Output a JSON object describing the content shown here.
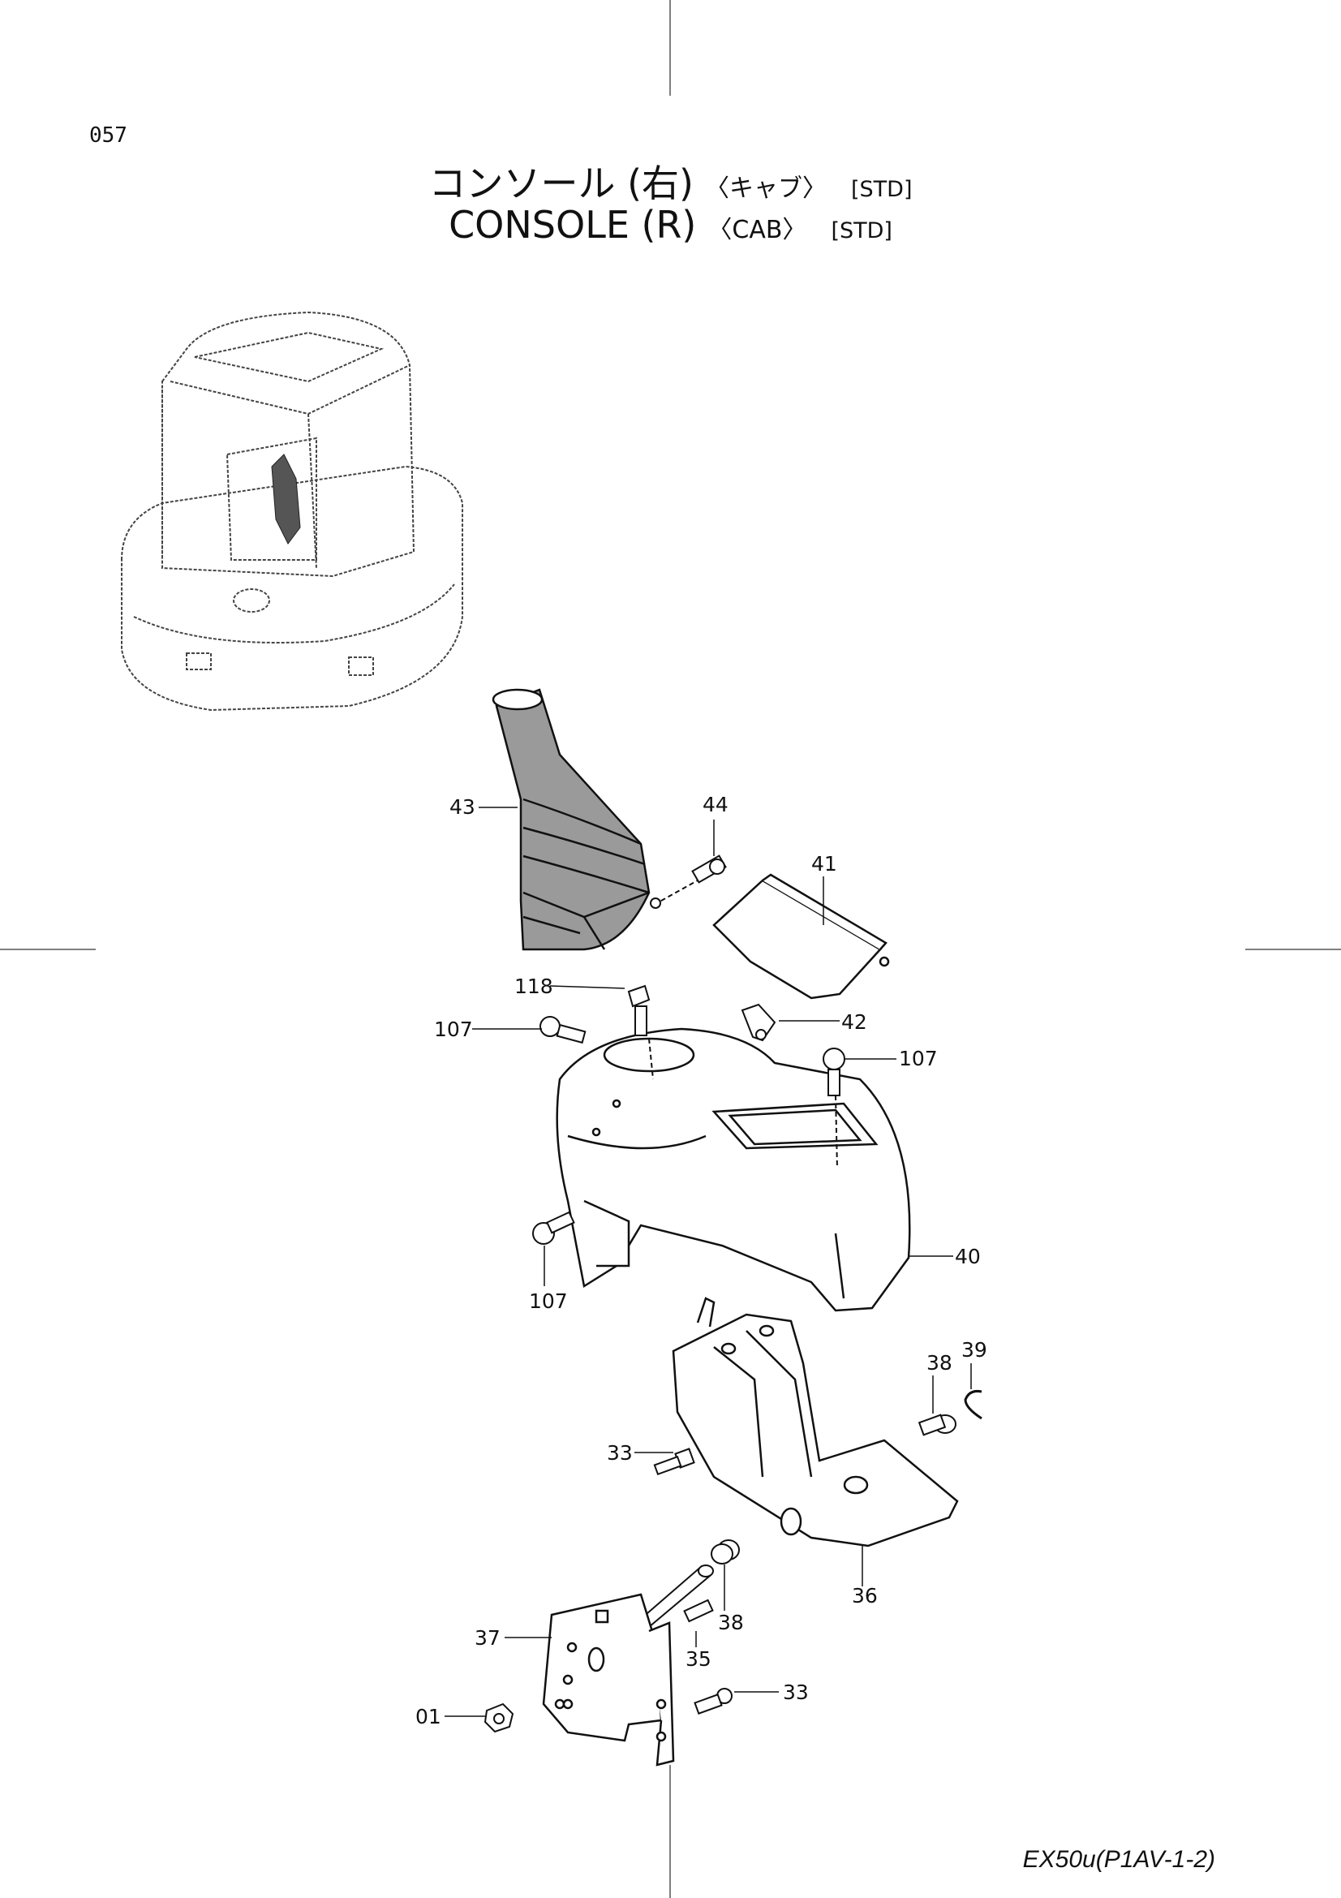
{
  "page_number": "057",
  "title": {
    "jp_main": "コンソール (右)",
    "jp_sub": "〈キャブ〉",
    "jp_std": "[STD]",
    "en_main": "CONSOLE (R)",
    "en_sub": "〈CAB〉",
    "en_std": "[STD]"
  },
  "callouts": {
    "c43": "43",
    "c44": "44",
    "c41": "41",
    "c118": "118",
    "c107a": "107",
    "c42": "42",
    "c107b": "107",
    "c40": "40",
    "c107c": "107",
    "c38a": "38",
    "c39": "39",
    "c33a": "33",
    "c36": "36",
    "c38b": "38",
    "c37": "37",
    "c35": "35",
    "c01": "01",
    "c33b": "33"
  },
  "model_code": "EX50u(P1AV-1-2)"
}
